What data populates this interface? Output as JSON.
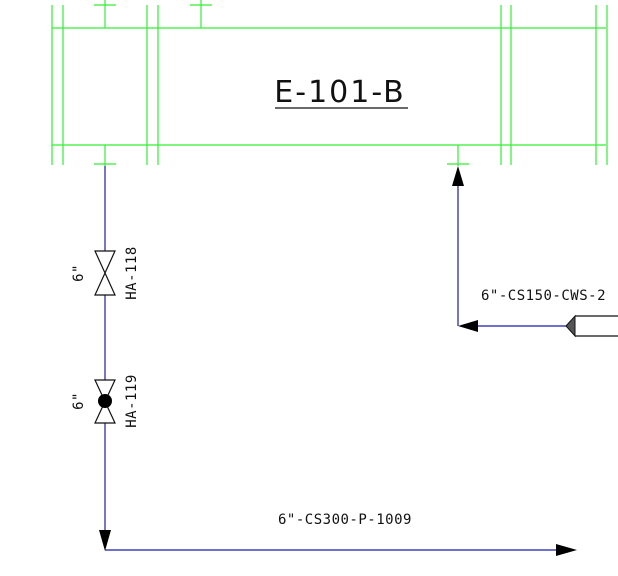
{
  "equipment": {
    "tag": "E-101-B"
  },
  "valves": [
    {
      "tag": "HA-118",
      "size": "6\"",
      "kind": "gate"
    },
    {
      "tag": "HA-119",
      "size": "6\"",
      "kind": "ball"
    }
  ],
  "lines": [
    {
      "label": "6\"-CS150-CWS-2"
    },
    {
      "label": "6\"-CS300-P-1009"
    }
  ],
  "colors": {
    "equipment": "#33ee33",
    "pipe": "#1a1aa8",
    "ink": "#111111",
    "background": "#ffffff"
  }
}
